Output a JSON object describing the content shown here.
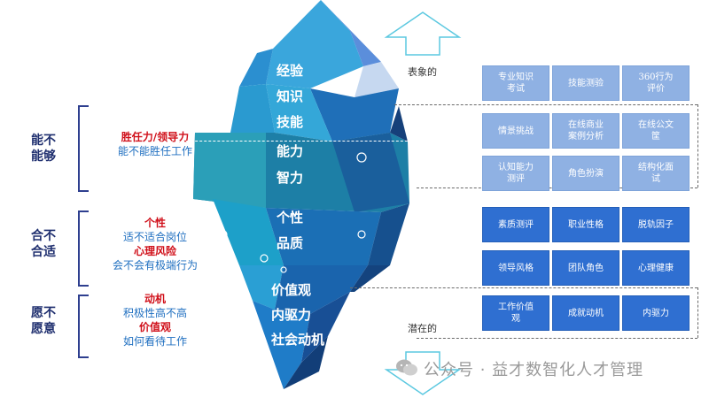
{
  "groups": [
    {
      "label": "能不\n能够",
      "lines": [
        {
          "text": "胜任力/领导力",
          "style": "red"
        },
        {
          "text": "能不能胜任工作",
          "style": "blue"
        }
      ]
    },
    {
      "label": "合不\n合适",
      "lines": [
        {
          "text": "个性",
          "style": "red"
        },
        {
          "text": "适不适合岗位",
          "style": "blue"
        },
        {
          "text": "心理风险",
          "style": "red"
        },
        {
          "text": "会不会有极端行为",
          "style": "blue"
        }
      ]
    },
    {
      "label": "愿不\n愿意",
      "lines": [
        {
          "text": "动机",
          "style": "red"
        },
        {
          "text": "积极性高不高",
          "style": "blue"
        },
        {
          "text": "价值观",
          "style": "red"
        },
        {
          "text": "如何看待工作",
          "style": "blue"
        }
      ]
    }
  ],
  "iceberg_labels": [
    "经验",
    "知识",
    "技能",
    "能力",
    "智力",
    "个性",
    "品质",
    "价值观",
    "内驱力",
    "社会动机"
  ],
  "surface_label": "表象的",
  "hidden_label": "潜在的",
  "boxes": [
    {
      "text": "专业知识\n考试",
      "tone": "light"
    },
    {
      "text": "技能测验",
      "tone": "light"
    },
    {
      "text": "360行为\n评价",
      "tone": "light"
    },
    {
      "text": "情景挑战",
      "tone": "light"
    },
    {
      "text": "在线商业\n案例分析",
      "tone": "light"
    },
    {
      "text": "在线公文\n筐",
      "tone": "light"
    },
    {
      "text": "认知能力\n测评",
      "tone": "light"
    },
    {
      "text": "角色扮演",
      "tone": "light"
    },
    {
      "text": "结构化面\n试",
      "tone": "light"
    },
    {
      "text": "素质测评",
      "tone": "dark"
    },
    {
      "text": "职业性格",
      "tone": "dark"
    },
    {
      "text": "脱轨因子",
      "tone": "dark"
    },
    {
      "text": "领导风格",
      "tone": "dark"
    },
    {
      "text": "团队角色",
      "tone": "dark"
    },
    {
      "text": "心理健康",
      "tone": "dark"
    },
    {
      "text": "工作价值\n观",
      "tone": "dark"
    },
    {
      "text": "成就动机",
      "tone": "dark"
    },
    {
      "text": "内驱力",
      "tone": "dark"
    }
  ],
  "watermark": {
    "icon": "wechat-icon",
    "text": "公众号 · 益才数智化人才管理"
  },
  "colors": {
    "navy": "#1f2f6f",
    "red": "#d0101a",
    "blue": "#1f6fc0",
    "box_light": "#8fb1e3",
    "box_dark": "#2f6fd1"
  }
}
